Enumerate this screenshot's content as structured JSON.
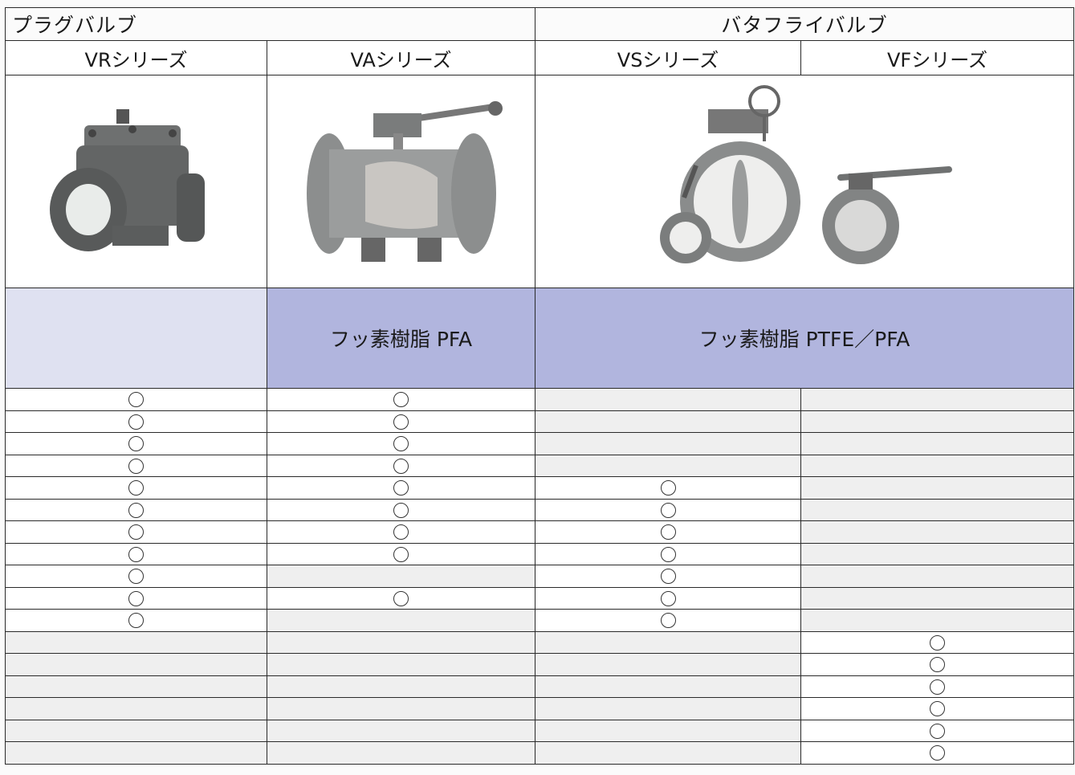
{
  "headers": {
    "plug_group": "プラグバルブ",
    "butterfly_group": "バタフライバルブ",
    "series": [
      "VRシリーズ",
      "VAシリーズ",
      "VSシリーズ",
      "VFシリーズ"
    ]
  },
  "images": [
    {
      "name": "plug-valve-vr-image"
    },
    {
      "name": "ball-valve-va-image"
    },
    {
      "name": "butterfly-valve-vs-vf-image"
    }
  ],
  "material": {
    "vr": "",
    "va": "フッ素樹脂 PFA",
    "butterfly": "フッ素樹脂 PTFE／PFA"
  },
  "mark_symbol": "○",
  "marks": [
    [
      true,
      true,
      false,
      false
    ],
    [
      true,
      true,
      false,
      false
    ],
    [
      true,
      true,
      false,
      false
    ],
    [
      true,
      true,
      false,
      false
    ],
    [
      true,
      true,
      true,
      false
    ],
    [
      true,
      true,
      true,
      false
    ],
    [
      true,
      true,
      true,
      false
    ],
    [
      true,
      true,
      true,
      false
    ],
    [
      true,
      false,
      true,
      false
    ],
    [
      true,
      true,
      true,
      false
    ],
    [
      true,
      false,
      true,
      false
    ],
    [
      false,
      false,
      false,
      true
    ],
    [
      false,
      false,
      false,
      true
    ],
    [
      false,
      false,
      false,
      true
    ],
    [
      false,
      false,
      false,
      true
    ],
    [
      false,
      false,
      false,
      true
    ],
    [
      false,
      false,
      false,
      true
    ]
  ],
  "colors": {
    "header_fill": "#b1b5de",
    "blank_fill": "#dfe1f1",
    "rule": "#2a2a2a"
  }
}
